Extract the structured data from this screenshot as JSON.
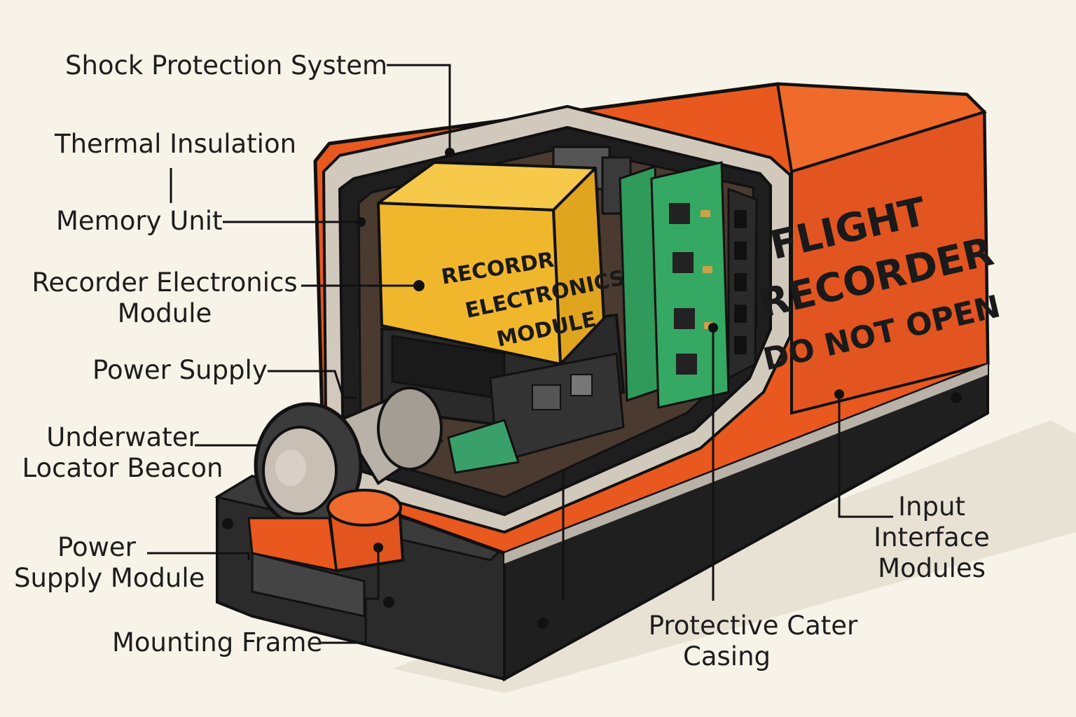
{
  "labels": {
    "shock_protection": "Shock Protection System",
    "thermal_insulation": "Thermal Insulation",
    "memory_unit": "Memory Unit",
    "recorder_electronics_line1": "Recorder Electronics",
    "recorder_electronics_line2": "Module",
    "power_supply": "Power Supply",
    "ulb_line1": "Underwater",
    "ulb_line2": "Locator Beacon",
    "psm_line1": "Power",
    "psm_line2": "Supply Module",
    "mounting_frame": "Mounting Frame",
    "protective_line1": "Protective Cater",
    "protective_line2": "Casing",
    "input_line1": "Input",
    "input_line2": "Interface",
    "input_line3": "Modules"
  },
  "module_block_text": {
    "line1": "RECORDR",
    "line2": "ELECTRONICS",
    "line3": "MODULE"
  },
  "casing_text": {
    "line1": "FLIGHT",
    "line2": "RECORDER",
    "line3": "DO NOT OPEN"
  },
  "colors": {
    "casing_orange": "#e8581f",
    "casing_dark_orange": "#c9461a",
    "insulation": "#cfc6bb",
    "base_black": "#262626",
    "module_yellow": "#f1b72c",
    "pcb_green": "#2f9a5a",
    "beacon_gray": "#b9b2a8",
    "background": "#f7f3e8"
  }
}
